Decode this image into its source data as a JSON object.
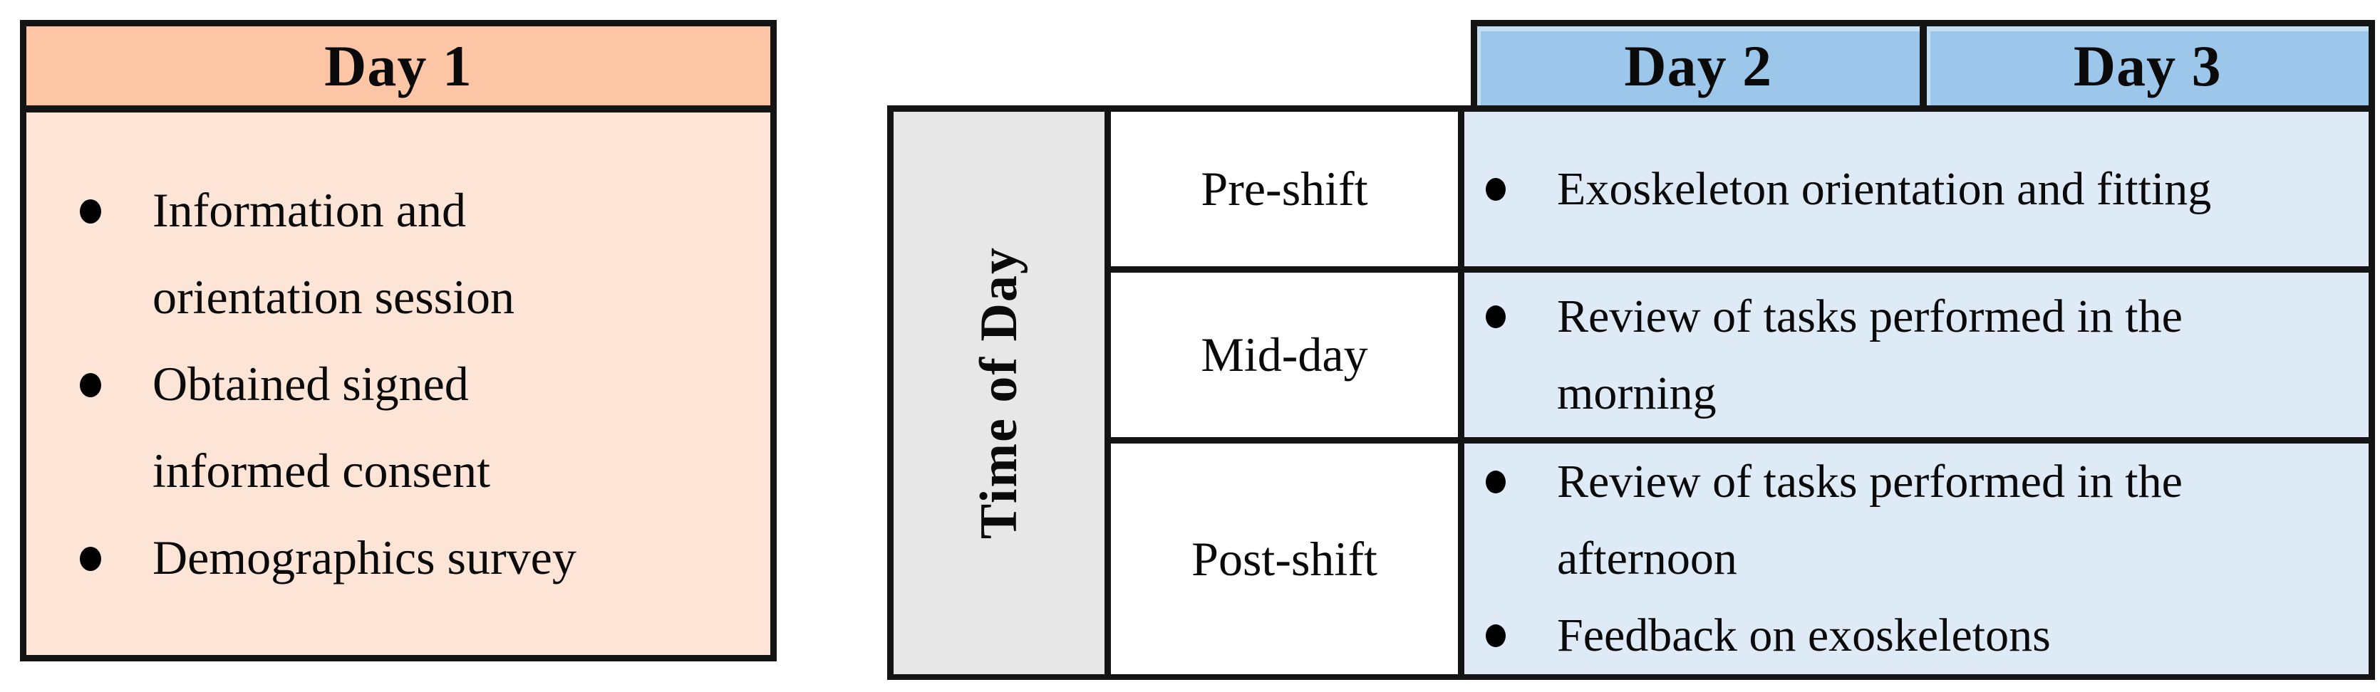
{
  "colors": {
    "day1_header_bg": "#FBC5A6",
    "day1_body_bg": "#FCE4D6",
    "day23_header_bg": "#9CC7EA",
    "day23_body_bg": "#DEEBF7",
    "axis_column_bg": "#E8E7E7",
    "border": "#141414",
    "text": "#0a0a0a"
  },
  "day1_table": {
    "header": "Day 1",
    "bullets": [
      "Information and orientation session",
      "Obtained signed informed consent",
      "Demographics survey"
    ]
  },
  "schedule_table": {
    "day_headers": [
      "Day 2",
      "Day 3"
    ],
    "axis_label": "Time of Day",
    "rows": [
      {
        "time": "Pre-shift",
        "activities": [
          "Exoskeleton orientation and fitting"
        ]
      },
      {
        "time": "Mid-day",
        "activities": [
          "Review of tasks performed in the morning"
        ]
      },
      {
        "time": "Post-shift",
        "activities": [
          "Review of tasks performed in the afternoon",
          "Feedback on exoskeletons"
        ]
      }
    ]
  }
}
